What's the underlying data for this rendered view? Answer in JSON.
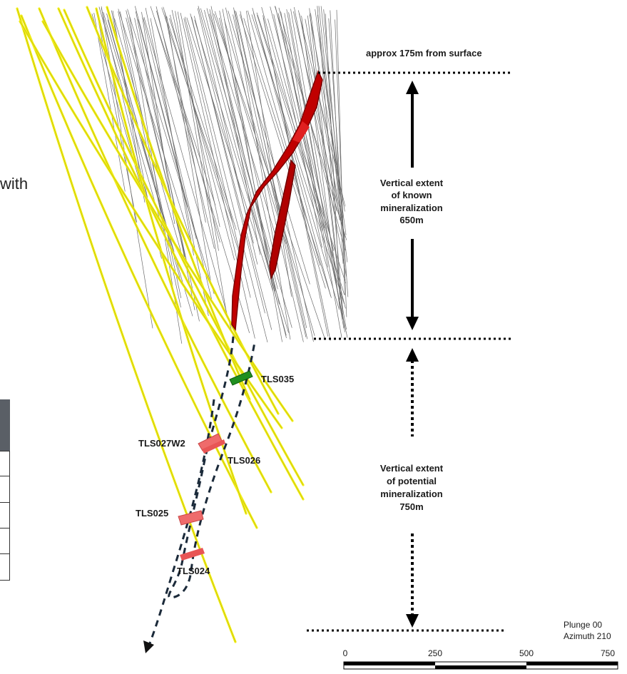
{
  "labels": {
    "surface": "approx 175m from surface",
    "known": [
      "Vertical extent",
      "of known",
      "mineralization",
      "650m"
    ],
    "potential": [
      "Vertical extent",
      "of potential",
      "mineralization",
      "750m"
    ],
    "plunge": "Plunge 00",
    "azimuth": "Azimuth 210",
    "left_fragment": "with"
  },
  "intercepts": [
    {
      "id": "TLS035",
      "color": "#1f8f1f"
    },
    {
      "id": "TLS027W2",
      "color": "#e8595a"
    },
    {
      "id": "TLS026",
      "color": "#e8595a"
    },
    {
      "id": "TLS025",
      "color": "#e8595a"
    },
    {
      "id": "TLS024",
      "color": "#e8595a"
    }
  ],
  "scale_bar": {
    "ticks": [
      "0",
      "250",
      "500",
      "750"
    ]
  },
  "colors": {
    "drill_traces": "#f2ee1a",
    "known_mineralization": "#c00000",
    "historic_holes": "#6b6b6b",
    "plunge_line": "#1b2a3a",
    "table_header": "#5a5f66"
  }
}
